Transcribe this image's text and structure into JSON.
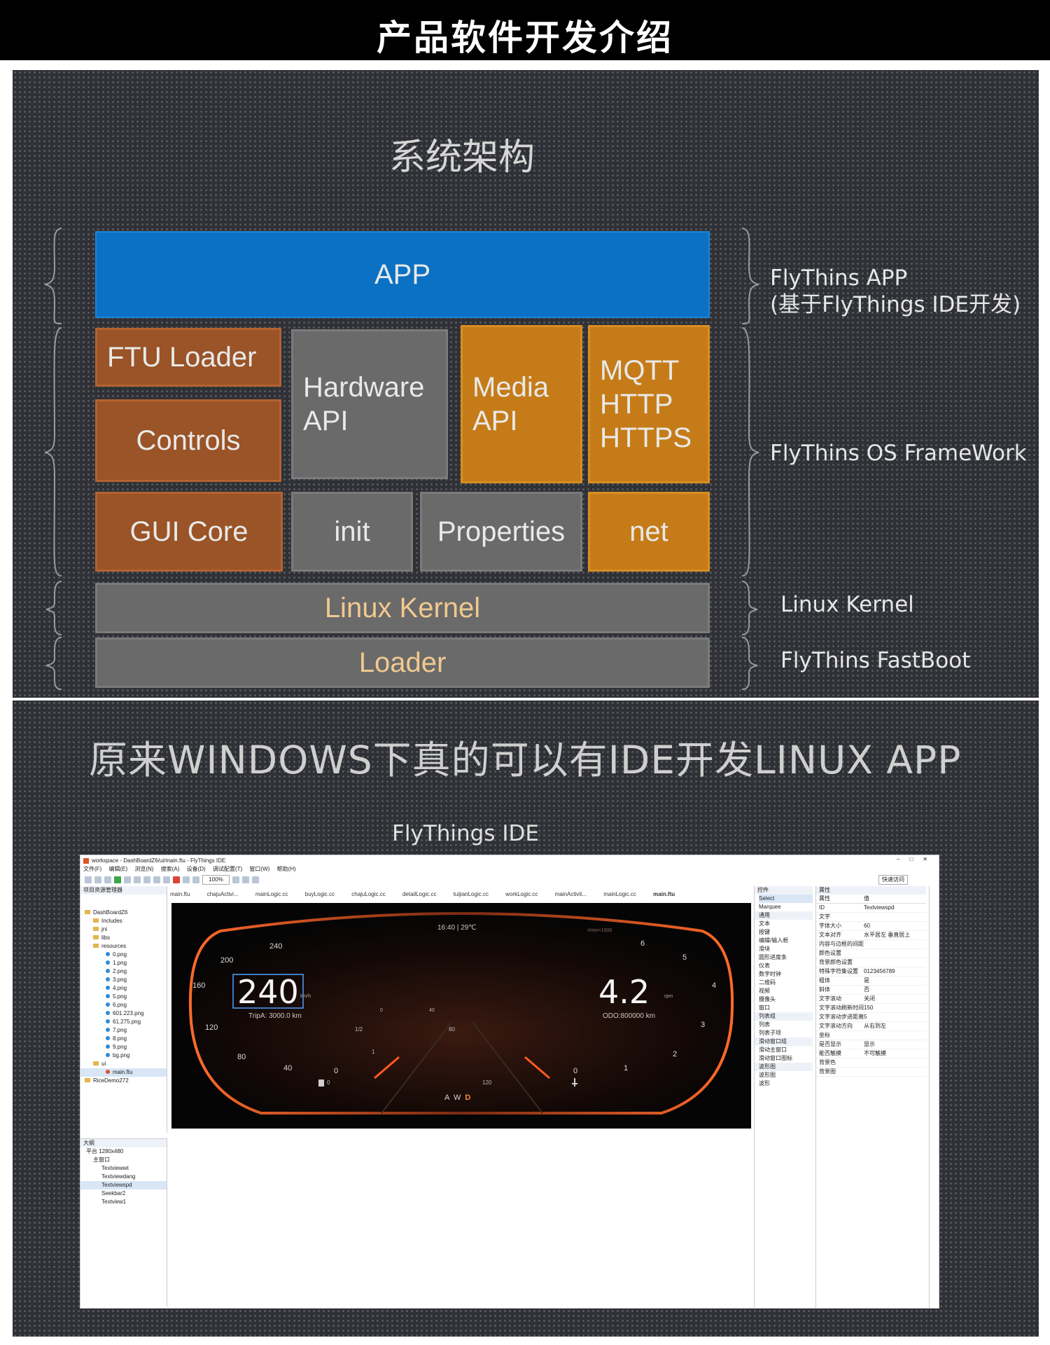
{
  "header": {
    "title": "产品软件开发介绍"
  },
  "architecture": {
    "title": "系统架构",
    "blocks": {
      "app": "APP",
      "ftu_loader": "FTU Loader",
      "controls": "Controls",
      "hardware_api": "Hardware\nAPI",
      "media_api": "Media\nAPI",
      "protocols": "MQTT\nHTTP\nHTTPS",
      "gui_core": "GUI Core",
      "init": "init",
      "properties": "Properties",
      "net": "net",
      "linux_kernel": "Linux Kernel",
      "loader": "Loader"
    },
    "layers": {
      "app": "FlyThins APP\n(基于FlyThings IDE开发)",
      "framework": "FlyThins OS FrameWork",
      "kernel": "Linux Kernel",
      "fastboot": "FlyThins FastBoot"
    },
    "colors": {
      "blue": "#0b71c4",
      "rust": "#9a5427",
      "gold": "#c57c18",
      "gray": "#6a6a6a"
    }
  },
  "slogan": "原来WINDOWS下真的可以有IDE开发LINUX APP",
  "ide": {
    "label": "FlyThings IDE",
    "window_title": "workspace - DashBoardZ6/ui/main.ftu - FlyThings IDE",
    "menu": [
      "文件(F)",
      "编辑(E)",
      "浏览(N)",
      "搜索(A)",
      "设备(D)",
      "调试配置(T)",
      "窗口(W)",
      "帮助(H)"
    ],
    "zoom": "100%",
    "quick_access": "快速访问",
    "project_panel_title": "项目资源管理器",
    "project_tree": [
      "DashBoardZ6",
      "Includes",
      "jni",
      "libs",
      "resources",
      "0.png",
      "1.png",
      "2.png",
      "3.png",
      "4.png",
      "5.png",
      "6.png",
      "601.223.png",
      "61.275.png",
      "7.png",
      "8.png",
      "9.png",
      "bg.png",
      "ui",
      "main.ftu",
      "RiceDemo272"
    ],
    "outline_title": "大纲",
    "outline": [
      "平台 1280x480",
      "主窗口",
      "Textviewwt",
      "Textviewdang",
      "Textviewspd",
      "Seekbar2",
      "Textview1"
    ],
    "tabs": [
      "main.ftu",
      "chajuActivi...",
      "mainLogic.cc",
      "buyLogic.cc",
      "chajuLogic.cc",
      "detailLogic.cc",
      "tuijianLogic.cc",
      "workLogic.cc",
      "mainActivit...",
      "mainLogic.cc",
      "main.ftu"
    ],
    "widgets_title": "控件",
    "widgets": [
      "Select",
      "Marquee",
      "通用",
      "文本",
      "按键",
      "编辑/输入框",
      "滑块",
      "圆形进度条",
      "仪表",
      "数字时钟",
      "二维码",
      "视频",
      "摄像头",
      "窗口",
      "列表组",
      "列表",
      "列表子项",
      "滑动窗口组",
      "滑动主窗口",
      "滑动窗口图标",
      "波形图",
      "波形图",
      "波形"
    ],
    "props_title": "属性",
    "props_header": [
      "属性",
      "值"
    ],
    "props": [
      [
        "ID",
        "Textviewspd"
      ],
      [
        "文字",
        ""
      ],
      [
        "字体大小",
        "60"
      ],
      [
        "文本对齐",
        "水平居左 垂直居上"
      ],
      [
        "内容与边框的间距",
        ""
      ],
      [
        "颜色设置",
        ""
      ],
      [
        "背景颜色设置",
        ""
      ],
      [
        "特殊字符集设置",
        "0123456789"
      ],
      [
        "粗体",
        "是"
      ],
      [
        "斜体",
        "否"
      ],
      [
        "文字滚动",
        "关闭"
      ],
      [
        "文字滚动刷新时间",
        "150"
      ],
      [
        "文字滚动步进距离",
        "5"
      ],
      [
        "文字滚动方向",
        "从右到左"
      ],
      [
        "坐标",
        ""
      ],
      [
        "是否显示",
        "显示"
      ],
      [
        "能否触摸",
        "不可触摸"
      ],
      [
        "背景色",
        ""
      ],
      [
        "背景图",
        ""
      ]
    ]
  },
  "dashboard": {
    "time": "16:40",
    "temp": "29℃",
    "speed": "240",
    "speed_unit": "km/h",
    "trip": "TripA: 3000.0 km",
    "rpm": "4.2",
    "rpm_unit": "rpm",
    "odo": "ODO:800000 km",
    "rpm_label": "r/min×1000",
    "drive": [
      "A",
      "W",
      "D"
    ],
    "speed_ticks": [
      "240",
      "200",
      "160",
      "120",
      "80",
      "40",
      "0"
    ],
    "rpm_ticks": [
      "6",
      "5",
      "4",
      "3",
      "2",
      "1",
      "0"
    ],
    "fuel_ticks": [
      "1",
      "1/2",
      "0"
    ],
    "temp_ticks": [
      "0",
      "40",
      "80",
      "120"
    ]
  }
}
